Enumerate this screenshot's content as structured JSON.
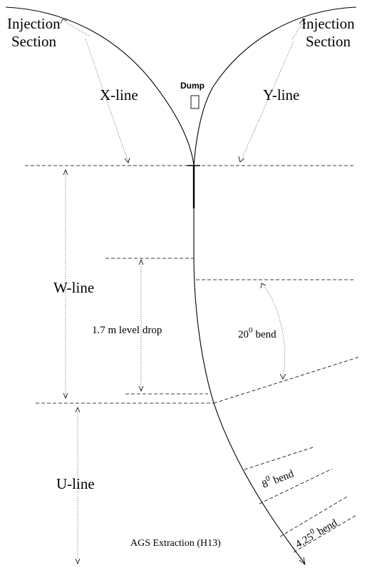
{
  "labels": {
    "injection_left_1": "Injection",
    "injection_left_2": "Section",
    "injection_right_1": "Injection",
    "injection_right_2": "Section",
    "x_line": "X-line",
    "y_line": "Y-line",
    "dump": "Dump",
    "w_line": "W-line",
    "level_drop": "1.7 m level drop",
    "bend_20_base": "20",
    "bend_20_sup": "0",
    "bend_20_word": "bend",
    "u_line": "U-line",
    "bend_8_base": "8",
    "bend_8_sup": "0",
    "bend_8_word": "bend",
    "bend_425_base": "4.25",
    "bend_425_sup": "0",
    "bend_425_word": "bend",
    "ags_extraction": "AGS Extraction (H13)"
  }
}
